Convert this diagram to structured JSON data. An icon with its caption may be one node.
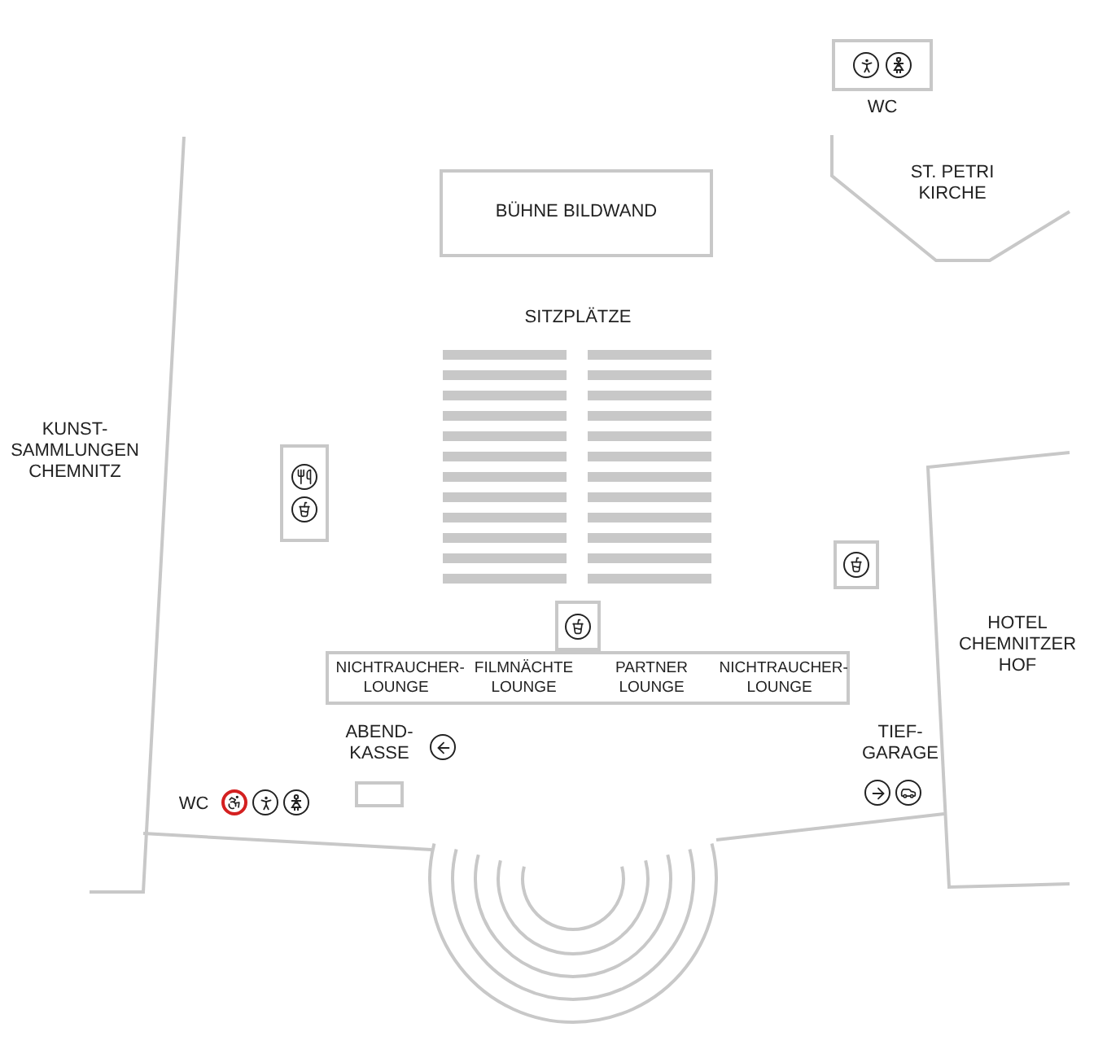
{
  "diagram": {
    "nodes": [
      {
        "text": [],
        "shape": "box",
        "beside": [
          "WC"
        ]
      },
      {
        "text": [
          "BÜHNE BILDWAND"
        ]
      },
      {
        "text": [],
        "shape": "box"
      },
      {
        "text": [],
        "shape": "box"
      },
      {
        "text": [],
        "shape": "box"
      },
      {
        "text": [
          "NICHTRAUCHER- LOUNGE",
          "FILMNÄCHTE LOUNGE",
          "PARTNER LOUNGE",
          "NICHTRAUCHER- LOUNGE"
        ]
      },
      {
        "text": [],
        "shape": "box"
      }
    ],
    "edges": [],
    "labels": [
      "ST. PETRI KIRCHE",
      "SITZPLÄTZE",
      "KUNST- SAMMLUNGEN CHEMNITZ",
      "HOTEL CHEMNITZER HOF",
      "ABEND- KASSE",
      "TIEF- GARAGE",
      "WC"
    ]
  }
}
